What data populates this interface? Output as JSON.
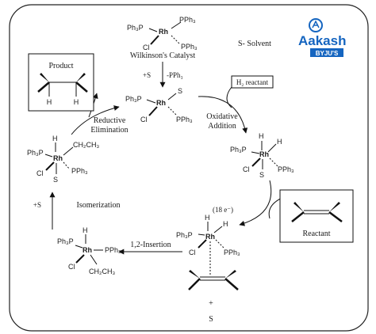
{
  "logo": {
    "brand": "Aakash",
    "sub": "BYJU'S",
    "colors": {
      "blue": "#1565c0",
      "accent": "#e53935"
    }
  },
  "solvent_note": "S- Solvent",
  "wilkinson": {
    "ph3p_left": "Ph₃P",
    "rh": "Rh",
    "pph3_top": "PPh₃",
    "pph3_bottom": "PPh₃",
    "cl": "Cl",
    "caption": "Wilkinson's Catalyst"
  },
  "step_solvent": {
    "plus_s": "+S",
    "minus_pph3": "-PPh₃"
  },
  "species_a": {
    "ph3p": "Ph₃P",
    "rh": "Rh",
    "s": "S",
    "cl": "Cl",
    "pph3": "PPh₃"
  },
  "h2_box": "H₂ reactant",
  "oxidative": [
    "Oxidative",
    "Addition"
  ],
  "species_b": {
    "ph3p": "Ph₃P",
    "h_top": "H",
    "h_right": "H",
    "rh": "Rh",
    "cl": "Cl",
    "pph3": "PPh₃",
    "s": "S"
  },
  "reactant_label": "Reactant",
  "species_c": {
    "electron_count": "(18 e⁻)",
    "ph3p": "Ph₃P",
    "h_top": "H",
    "h_right": "H",
    "rh": "Rh",
    "cl": "Cl",
    "pph3": "PPh₃",
    "plus": "+",
    "s": "S"
  },
  "insertion": "1,2-Insertion",
  "species_d": {
    "ph3p": "Ph₃P",
    "h": "H",
    "rh": "Rh",
    "pph3": "PPh₃",
    "cl": "Cl",
    "ch2ch3": "CH₂CH₃"
  },
  "isomerization": "Isomerization",
  "plus_s_left": "+S",
  "species_e": {
    "ph3p": "Ph₃P",
    "h": "H",
    "rh": "Rh",
    "ch2ch3": "CH₂CH₃",
    "cl": "Cl",
    "pph3": "PPh₃",
    "s": "S"
  },
  "reductive": [
    "Reductive",
    "Elimination"
  ],
  "product": {
    "title": "Product",
    "h_left": "H",
    "h_right": "H"
  }
}
